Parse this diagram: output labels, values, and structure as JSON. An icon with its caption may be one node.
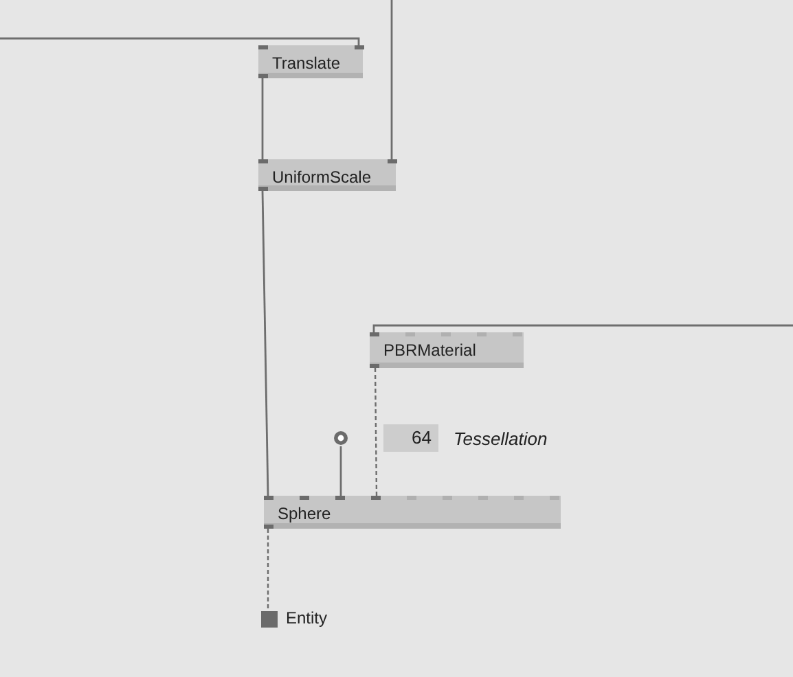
{
  "diagram": {
    "nodes": [
      {
        "text": [
          "Translate"
        ]
      },
      {
        "text": [
          "UniformScale"
        ]
      },
      {
        "text": [
          "PBRMaterial"
        ]
      },
      {
        "text": [
          "64"
        ],
        "beside": [
          "Tessellation"
        ]
      },
      {
        "text": [
          "Sphere"
        ]
      },
      {
        "text": [
          "Entity"
        ]
      },
      {
        "text": [],
        "shape": "circle"
      }
    ],
    "edges": [
      {
        "from": null,
        "to": 0,
        "arrow": "none"
      },
      {
        "from": 0,
        "to": 1,
        "arrow": "none"
      },
      {
        "from": null,
        "to": 1,
        "arrow": "none"
      },
      {
        "from": 1,
        "to": 4,
        "arrow": "none"
      },
      {
        "from": null,
        "to": 2,
        "arrow": "none"
      },
      {
        "from": 2,
        "to": 4,
        "arrow": "none",
        "style": "dashed"
      },
      {
        "from": 6,
        "to": 4,
        "arrow": "none"
      },
      {
        "from": 4,
        "to": 5,
        "arrow": "none",
        "style": "dashed"
      }
    ]
  }
}
